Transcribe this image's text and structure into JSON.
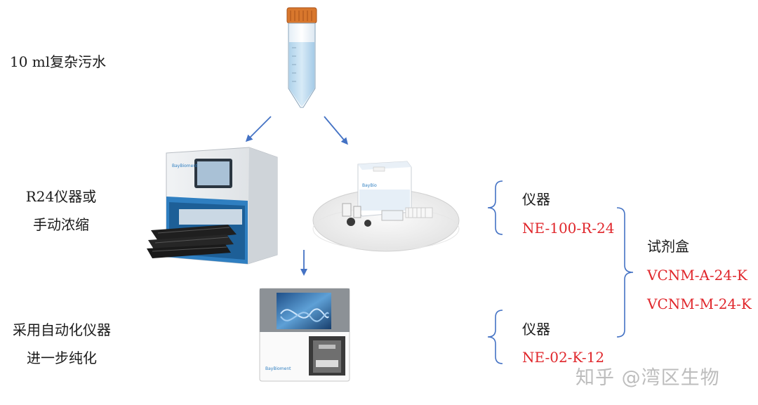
{
  "source_label": "10 ml复杂污水",
  "concentration_label": {
    "line1": "R24仪器或",
    "line2": "手动浓缩"
  },
  "purification_label": {
    "line1": "采用自动化仪器",
    "line2": "进一步纯化"
  },
  "instrument_group_1": {
    "title": "仪器",
    "model": "NE-100-R-24"
  },
  "instrument_group_2": {
    "title": "仪器",
    "model": "NE-02-K-12"
  },
  "kit_group": {
    "title": "试剂盒",
    "models": [
      "VCNM-A-24-K",
      "VCNM-M-24-K"
    ]
  },
  "brand_text": "BayBioment",
  "kit_brand_text": "BayBio",
  "watermark": "知乎 @湾区生物",
  "colors": {
    "arrow": "#4472c4",
    "bracket": "#4472c4",
    "model_text": "#e0262b",
    "instrument_blue": "#2f7fc1"
  }
}
